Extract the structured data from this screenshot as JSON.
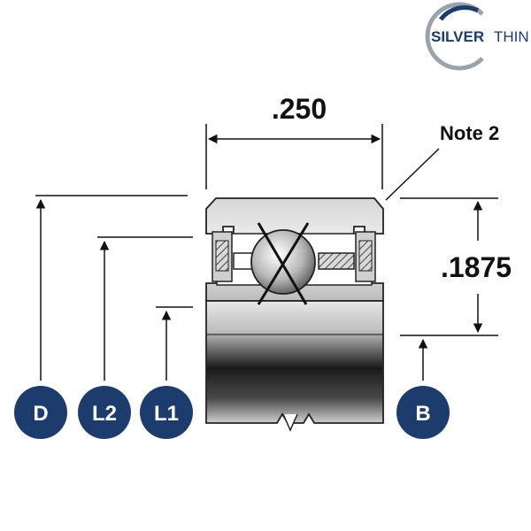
{
  "logo": {
    "text_silver": "SILVER",
    "text_thin": "THIN"
  },
  "dimensions": {
    "width_value": ".250",
    "height_value": ".1875",
    "note": "Note 2"
  },
  "labels": {
    "D": "D",
    "L2": "L2",
    "L1": "L1",
    "B": "B"
  },
  "colors": {
    "badge_fill": "#1d3c6e",
    "logo_blue": "#1d3c6e",
    "logo_ring_grey": "#9aa3ad",
    "line": "#111111"
  }
}
